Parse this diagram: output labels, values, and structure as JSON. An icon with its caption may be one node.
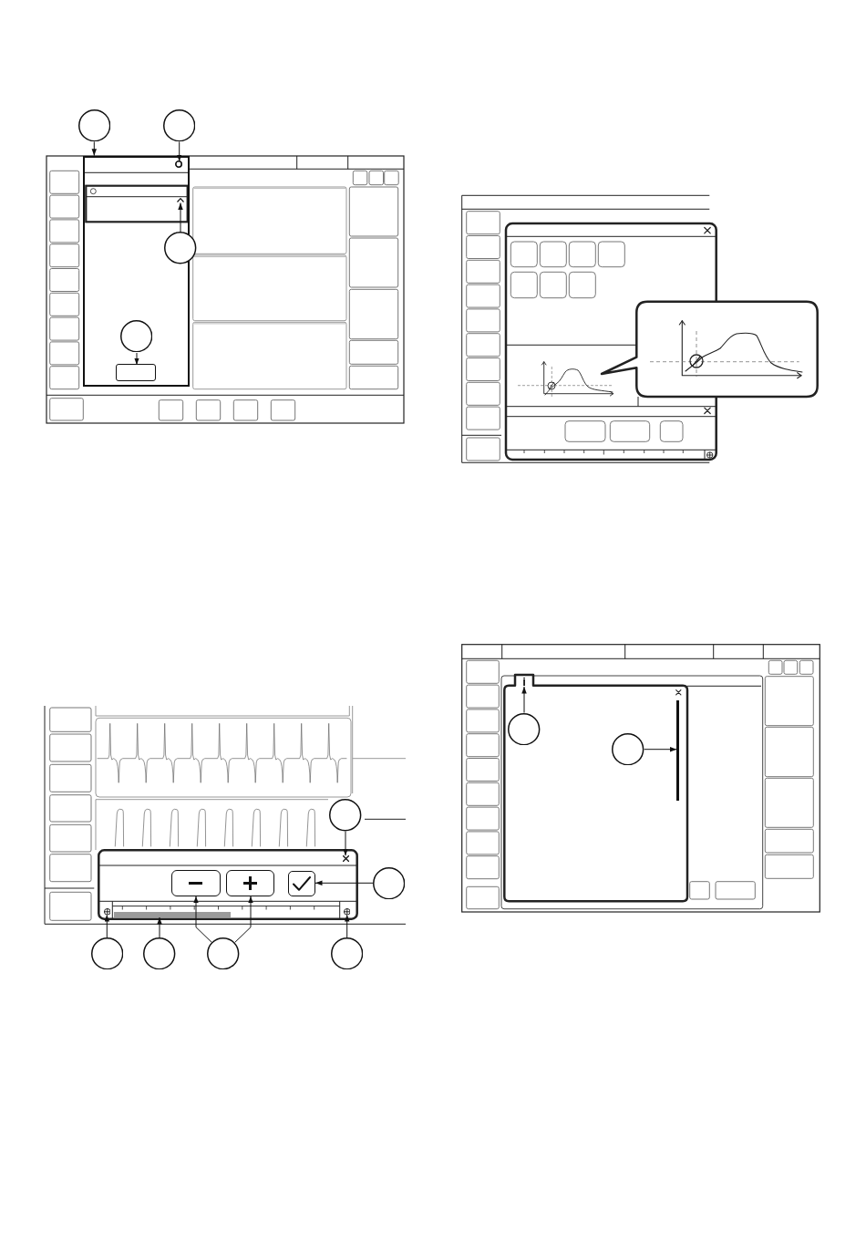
{
  "diagram": {
    "nodes": [
      {
        "text": [],
        "shape": "circle"
      },
      {
        "text": [],
        "shape": "circle"
      },
      {
        "text": [],
        "shape": "box"
      },
      {
        "text": [],
        "shape": "circle",
        "in": 2
      },
      {
        "text": [],
        "shape": "chevron",
        "in": 2
      },
      {
        "text": [],
        "shape": "circle"
      },
      {
        "text": [],
        "shape": "circle",
        "in": 2
      },
      {
        "text": [],
        "shape": "box",
        "in": 2
      },
      {
        "text": [],
        "shape": "circle"
      },
      {
        "text": [],
        "shape": "cross"
      },
      {
        "text": [],
        "shape": "box"
      },
      {
        "text": [],
        "shape": "box"
      },
      {
        "text": [],
        "shape": "box"
      },
      {
        "text": [],
        "shape": "circle"
      },
      {
        "text": [],
        "shape": "circle"
      },
      {
        "text": [],
        "shape": "bar"
      },
      {
        "text": [],
        "shape": "circle"
      },
      {
        "text": [],
        "shape": "circle"
      },
      {
        "text": [],
        "shape": "circle"
      },
      {
        "text": [],
        "shape": "circle"
      },
      {
        "text": [],
        "shape": "circle"
      },
      {
        "text": [
          "i"
        ]
      },
      {
        "text": [],
        "shape": "bar"
      },
      {
        "text": [],
        "shape": "circle"
      },
      {
        "text": [],
        "shape": "circle"
      }
    ],
    "edges": [
      {
        "from": 0,
        "to": 2,
        "arrow": "to"
      },
      {
        "from": 1,
        "to": 3,
        "arrow": "to"
      },
      {
        "from": 5,
        "to": 4,
        "arrow": "to"
      },
      {
        "from": 6,
        "to": 7,
        "arrow": "to"
      },
      {
        "from": 8,
        "to": 9,
        "arrow": "to"
      },
      {
        "from": 13,
        "to": 12,
        "arrow": "to"
      },
      {
        "from": 17,
        "to": 14,
        "arrow": "to"
      },
      {
        "from": 18,
        "to": 15,
        "arrow": "to"
      },
      {
        "from": 19,
        "to": 10,
        "arrow": "to"
      },
      {
        "from": 19,
        "to": 11,
        "arrow": "to"
      },
      {
        "from": 20,
        "to": 16,
        "arrow": "to"
      },
      {
        "from": 23,
        "to": 21,
        "arrow": "to"
      },
      {
        "from": 24,
        "to": 22,
        "arrow": "to"
      }
    ]
  }
}
